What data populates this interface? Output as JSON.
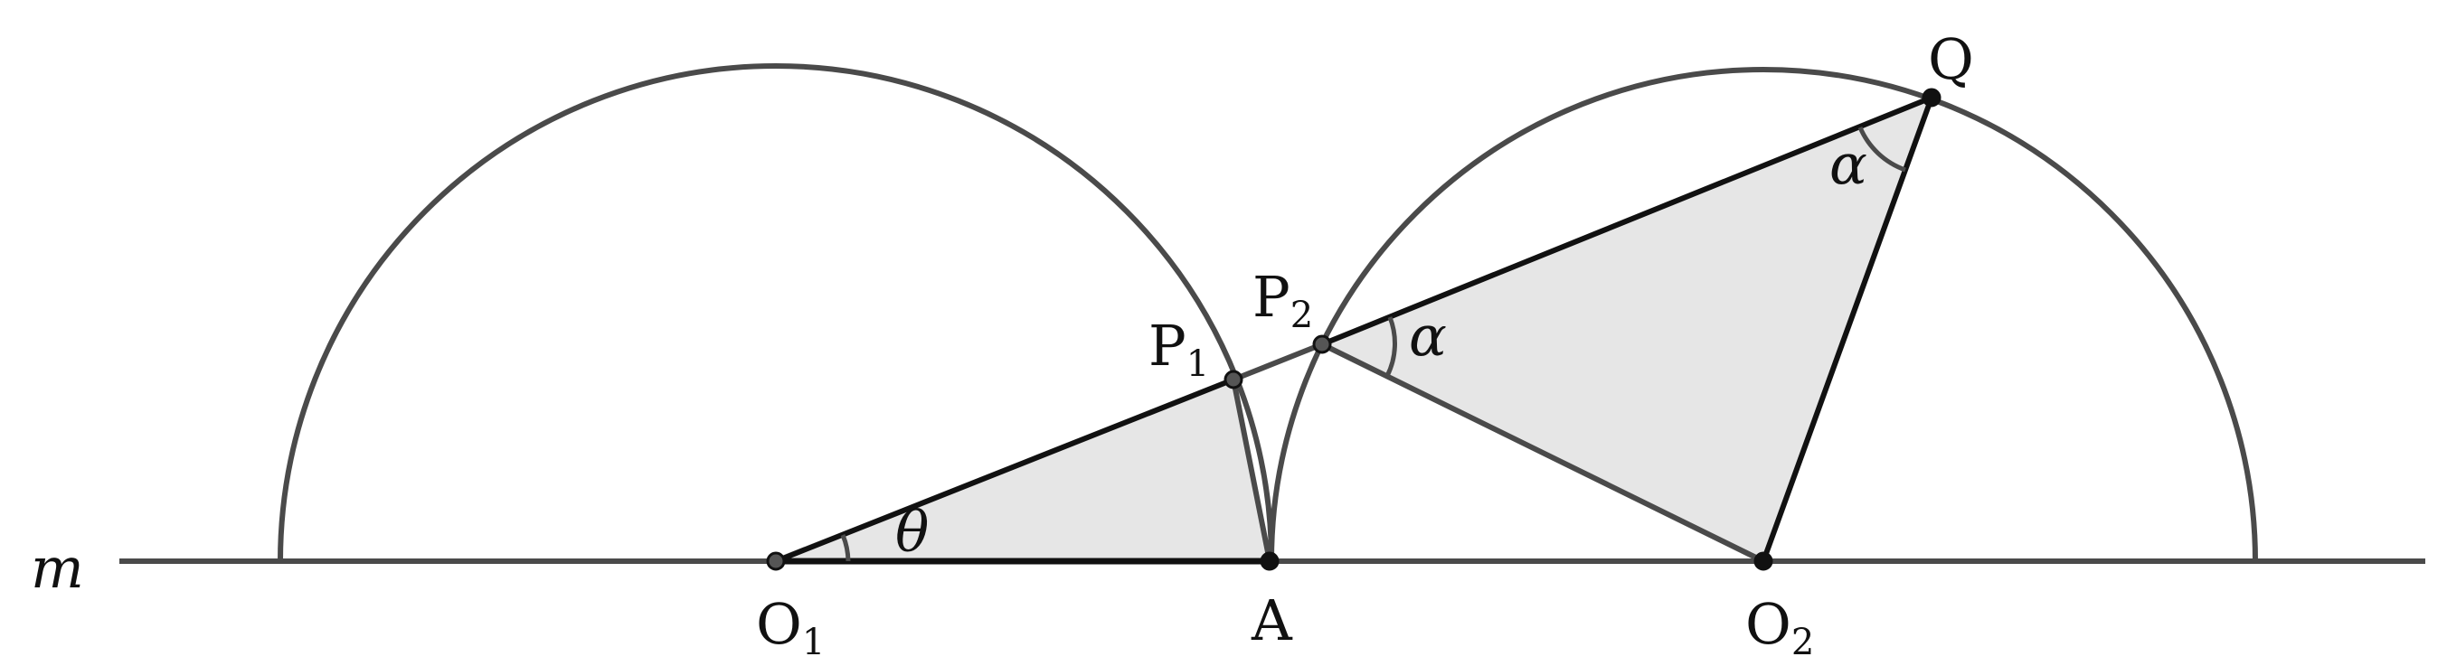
{
  "colors": {
    "stroke": "#4a4a4a",
    "dark": "#111111",
    "fill": "#e6e6e6",
    "point": "#555555"
  },
  "labels": {
    "line": "m",
    "O1": {
      "main": "O",
      "sub": "1"
    },
    "A": "A",
    "O2": {
      "main": "O",
      "sub": "2"
    },
    "P1": {
      "main": "P",
      "sub": "1"
    },
    "P2": {
      "main": "P",
      "sub": "2"
    },
    "Q": "Q",
    "theta": "θ",
    "alpha_p2": "α",
    "alpha_q": "α"
  }
}
